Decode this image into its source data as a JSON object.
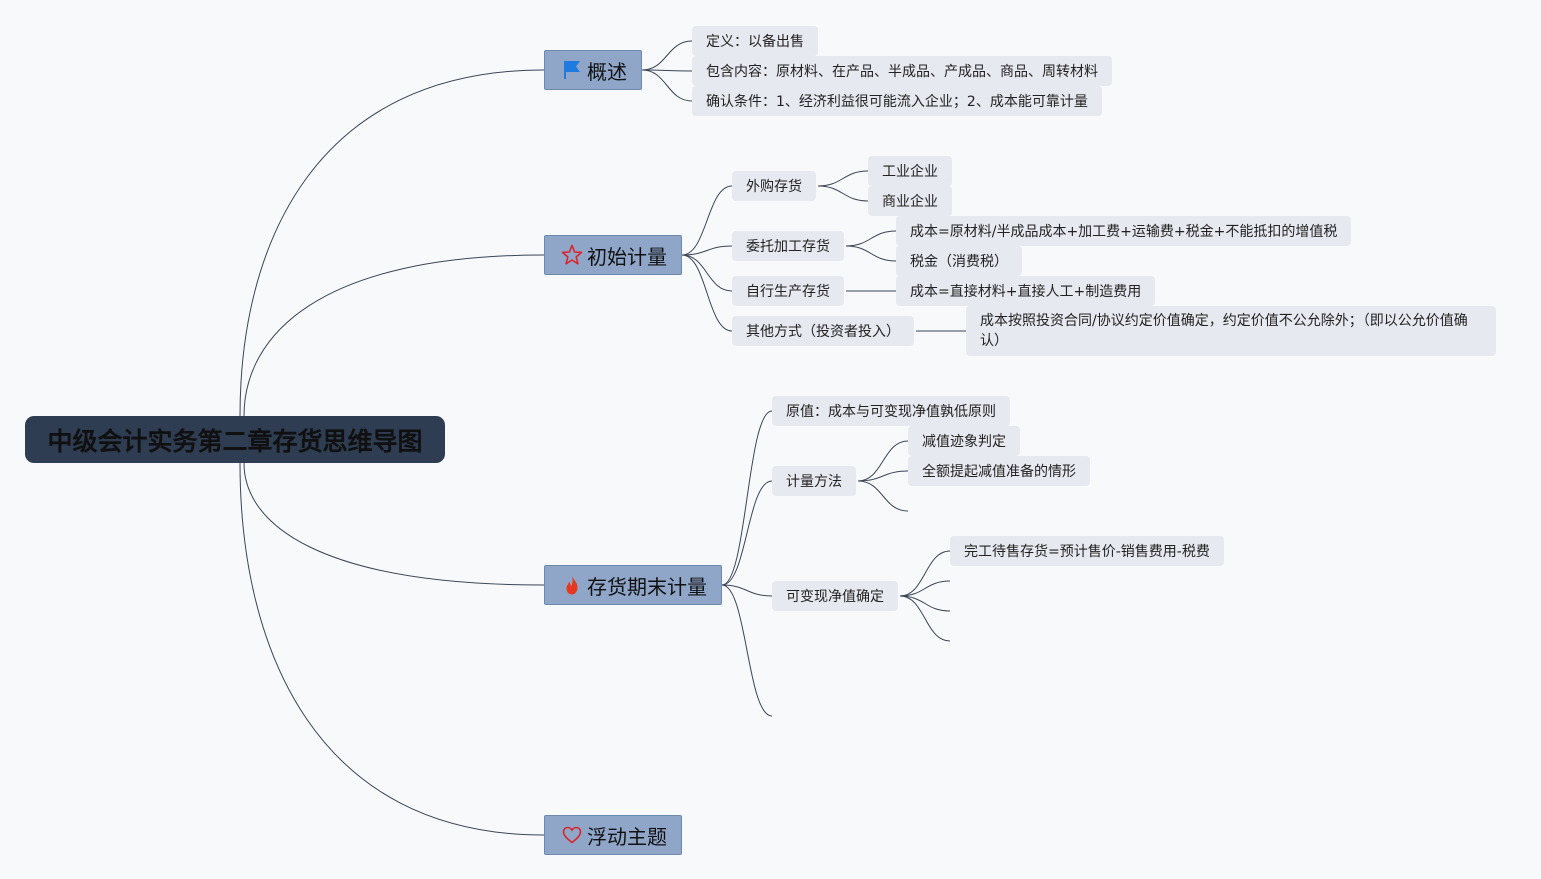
{
  "root": {
    "title": "中级会计实务第二章存货思维导图"
  },
  "topics": {
    "overview": {
      "label": "概述",
      "icon": "flag-icon",
      "children": [
        "定义：以备出售",
        "包含内容：原材料、在产品、半成品、产成品、商品、周转材料",
        "确认条件：1、经济利益很可能流入企业；2、成本能可靠计量"
      ]
    },
    "initial": {
      "label": "初始计量",
      "icon": "star-icon",
      "purchased": {
        "label": "外购存货",
        "children": [
          "工业企业",
          "商业企业"
        ]
      },
      "processing": {
        "label": "委托加工存货",
        "children": [
          "成本=原材料/半成品成本+加工费+运输费+税金+不能抵扣的增值税",
          "税金（消费税）"
        ]
      },
      "self_made": {
        "label": "自行生产存货",
        "children": [
          "成本=直接材料+直接人工+制造费用"
        ]
      },
      "other": {
        "label": "其他方式（投资者投入）",
        "children": [
          "成本按照投资合同/协议约定价值确定，约定价值不公允除外；（即以公允价值确认）"
        ]
      }
    },
    "period_end": {
      "label": "存货期末计量",
      "icon": "fire-icon",
      "original": "原值：成本与可变现净值孰低原则",
      "method": {
        "label": "计量方法",
        "children": [
          "减值迹象判定",
          "全额提起减值准备的情形"
        ]
      },
      "nrv": {
        "label": "可变现净值确定",
        "children": [
          "完工待售存货=预计售价-销售费用-税费"
        ]
      }
    },
    "floating": {
      "label": "浮动主题",
      "icon": "heart-icon"
    }
  },
  "colors": {
    "background": "#f8f9fb",
    "root_fill": "#2f3d53",
    "main_fill": "#8fa6c9",
    "sub_fill": "#e6e9ef",
    "line": "#3a4556",
    "flag": "#1e7ce0",
    "star": "#d9262b",
    "fire": "#e8371f",
    "heart": "#d9262b"
  }
}
